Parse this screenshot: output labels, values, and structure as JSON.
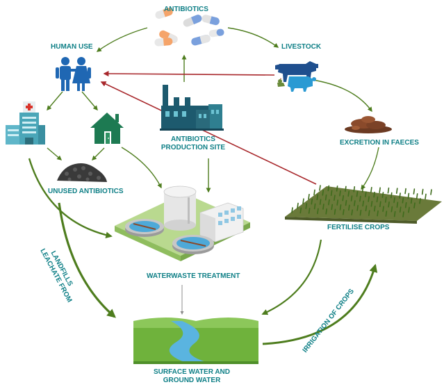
{
  "nodes": {
    "antibiotics": "ANTIBIOTICS",
    "human_use": "HUMAN USE",
    "livestock": "LIVESTOCK",
    "production_site": [
      "ANTIBIOTICS",
      "PRODUCTION SITE"
    ],
    "excretion": "EXCRETION IN FAECES",
    "unused": "UNUSED ANTIBIOTICS",
    "fertilise": "FERTILISE CROPS",
    "wastewater": "WATERWASTE TREATMENT",
    "surface_water": [
      "SURFACE WATER AND",
      "GROUND WATER"
    ]
  },
  "edges": {
    "leachate": [
      "LEACHATE FROM",
      "LANDFILLS"
    ],
    "irrigation": "IRRIGATION OF CROPS"
  },
  "colors": {
    "label": "#0e7f86",
    "arrow_green": "#4e7d1e",
    "arrow_red": "#a8272b",
    "people": "#1f67b3",
    "house": "#1d7a52",
    "factory": "#1d5a6e",
    "water": "#5ab4e0",
    "land": "#6fb23c"
  },
  "icons": [
    "capsule-icon",
    "people-icon",
    "hospital-icon",
    "house-icon",
    "factory-icon",
    "livestock-icon",
    "manure-icon",
    "waste-pile-icon",
    "treatment-plant-icon",
    "crop-field-icon",
    "river-landscape-icon"
  ]
}
